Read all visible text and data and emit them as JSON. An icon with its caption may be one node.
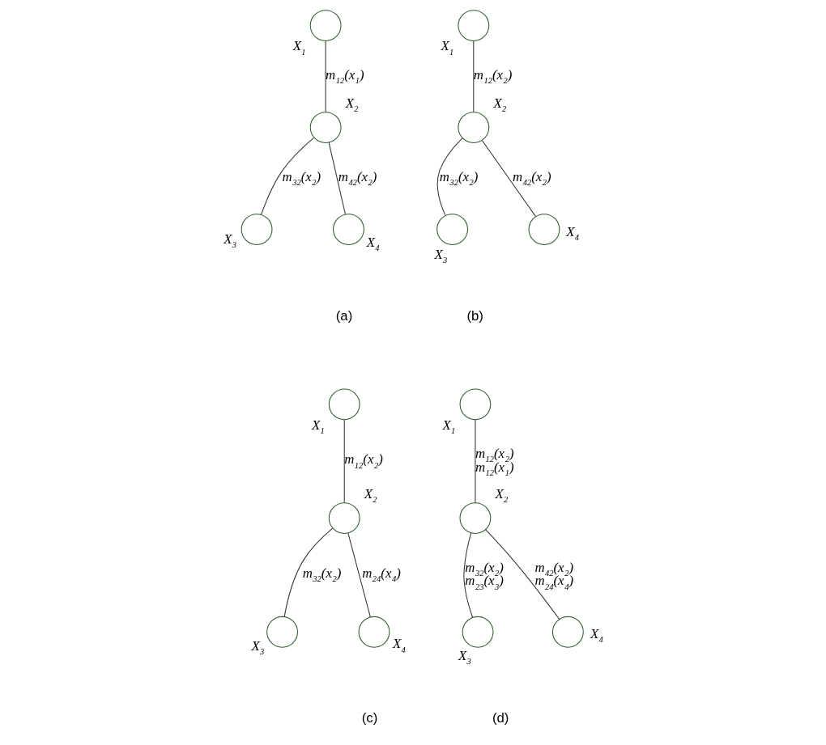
{
  "diagram": {
    "nodes": [
      {
        "text": [],
        "shape": "circle",
        "beside": [
          "X$_{1}$"
        ]
      },
      {
        "text": [],
        "shape": "circle",
        "beside": [
          "X$_{2}$"
        ]
      },
      {
        "text": [],
        "shape": "circle",
        "beside": [
          "X$_{3}$"
        ]
      },
      {
        "text": [],
        "shape": "circle",
        "beside": [
          "X$_{4}$"
        ]
      },
      {
        "text": [],
        "shape": "circle",
        "beside": [
          "X$_{1}$"
        ]
      },
      {
        "text": [],
        "shape": "circle",
        "beside": [
          "X$_{2}$"
        ]
      },
      {
        "text": [],
        "shape": "circle",
        "beside": [
          "X$_{3}$"
        ]
      },
      {
        "text": [],
        "shape": "circle",
        "beside": [
          "X$_{4}$"
        ]
      },
      {
        "text": [],
        "shape": "circle",
        "beside": [
          "X$_{1}$"
        ]
      },
      {
        "text": [],
        "shape": "circle",
        "beside": [
          "X$_{2}$"
        ]
      },
      {
        "text": [],
        "shape": "circle",
        "beside": [
          "X$_{3}$"
        ]
      },
      {
        "text": [],
        "shape": "circle",
        "beside": [
          "X$_{4}$"
        ]
      },
      {
        "text": [],
        "shape": "circle",
        "beside": [
          "X$_{1}$"
        ]
      },
      {
        "text": [],
        "shape": "circle",
        "beside": [
          "X$_{2}$"
        ]
      },
      {
        "text": [],
        "shape": "circle",
        "beside": [
          "X$_{3}$"
        ]
      },
      {
        "text": [],
        "shape": "circle",
        "beside": [
          "X$_{4}$"
        ]
      }
    ],
    "edges": [
      {
        "from": 0,
        "to": 1,
        "arrow": "none"
      },
      {
        "from": 1,
        "to": 2,
        "arrow": "none"
      },
      {
        "from": 1,
        "to": 3,
        "arrow": "none"
      },
      {
        "from": 4,
        "to": 5,
        "arrow": "none"
      },
      {
        "from": 5,
        "to": 6,
        "arrow": "none"
      },
      {
        "from": 5,
        "to": 7,
        "arrow": "none"
      },
      {
        "from": 8,
        "to": 9,
        "arrow": "none"
      },
      {
        "from": 9,
        "to": 10,
        "arrow": "none"
      },
      {
        "from": 9,
        "to": 11,
        "arrow": "none"
      },
      {
        "from": 12,
        "to": 13,
        "arrow": "none"
      },
      {
        "from": 13,
        "to": 14,
        "arrow": "none"
      },
      {
        "from": 13,
        "to": 15,
        "arrow": "none"
      }
    ],
    "labels": [
      "m$_{12}$(x$_{1}$)",
      "m$_{32}$(x$_{2}$)",
      "m$_{42}$(x$_{2}$)",
      "(a)",
      "m$_{12}$(x$_{2}$)",
      "m$_{32}$(x$_{2}$)",
      "m$_{42}$(x$_{2}$)",
      "(b)",
      "m$_{12}$(x$_{2}$)",
      "m$_{32}$(x$_{2}$)",
      "m$_{24}$(x$_{4}$)",
      "(c)",
      "m$_{12}$(x$_{2}$)",
      "m$_{12}$(x$_{1}$)",
      "m$_{32}$(x$_{2}$)",
      "m$_{42}$(x$_{2}$)",
      "m$_{23}$(x$_{3}$)",
      "m$_{24}$(x$_{4}$)",
      "(d)"
    ]
  }
}
